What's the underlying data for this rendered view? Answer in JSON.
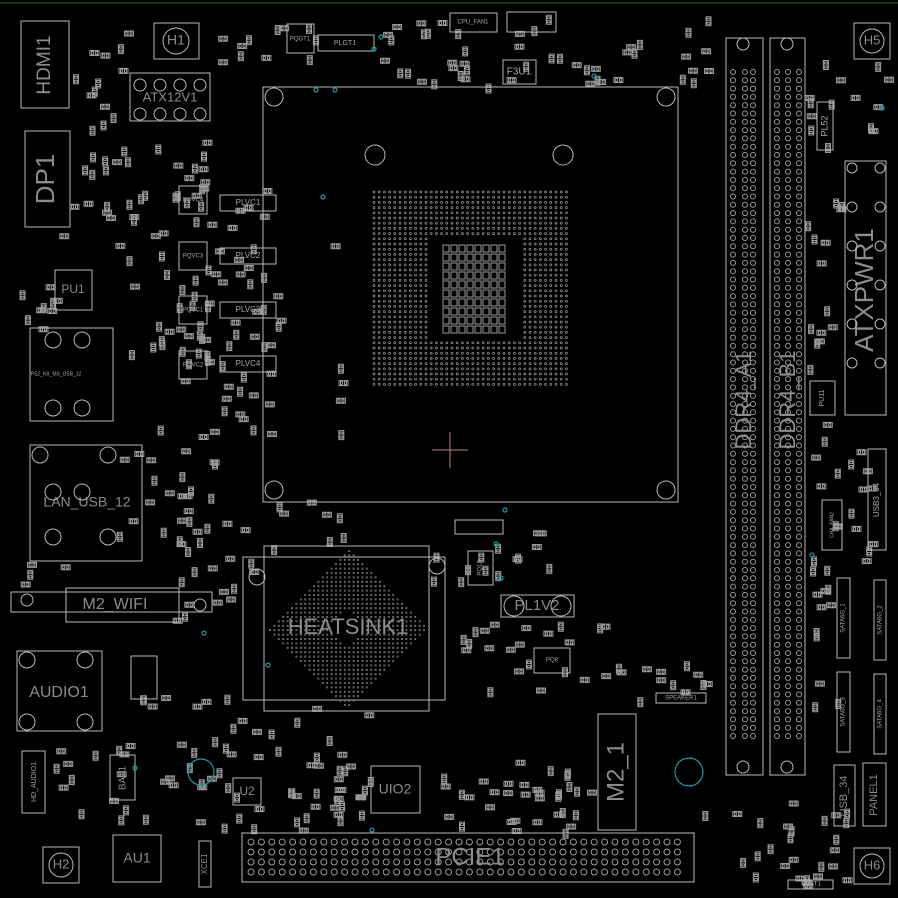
{
  "title": "Motherboard PCB component placement (top side)",
  "colors": {
    "background": "#000000",
    "outline": "#b8b8b8",
    "label": "#8c8c8c",
    "via": "#1a9a9a",
    "border": "#1f6e1f",
    "cursor": "#c08080"
  },
  "labels": {
    "hdmi": "HDMI1",
    "h1": "H1",
    "atx12v": "ATX12V1",
    "dp": "DP1",
    "pu1": "PU1",
    "ps2": "PS2_KB_MS_USB_12",
    "lan": "LAN_USB_12",
    "m2wifi": "M2_WIFI",
    "audio": "AUDIO1",
    "hdaudio": "HD_AUDIO1",
    "bat": "BAT1",
    "h2": "H2",
    "au1": "AU1",
    "xce": "XCE1",
    "u2": "U2",
    "uio2": "UIO2",
    "pcie": "PCIE1",
    "heatsink": "HEATSINK1",
    "cpufan": "CPU_FAN1",
    "f3u1": "F3U1",
    "h5": "H5",
    "ddr_a": "DDR4_A1",
    "ddr_b": "DDR4_B1",
    "atxpwr": "ATXPWR1",
    "pl52": "PL52",
    "pu11": "PU11",
    "chafan": "CHA_FAN2",
    "usb3": "USB3_34",
    "sata1": "SATA6G_1",
    "sata2": "SATA6G_2",
    "sata3": "SATA6G_3",
    "sata4": "SATA6G_4",
    "usb34": "USB_34",
    "panel": "PANEL1",
    "h6": "H6",
    "m21": "M2_1",
    "pl1v2": "PL1V2",
    "pq13": "PQ13",
    "pq8": "PQ8",
    "speaker": "SPEAKER1",
    "uart": "UART1",
    "pqvc1": "PQVC1",
    "pqvc2": "PQVC2",
    "pqvc3": "PQVC3",
    "pqvc4": "PQVC4",
    "plvc1": "PLVC1",
    "plvc2": "PLVC2",
    "plvc3": "PLVC3",
    "plvc4": "PLVC4",
    "pqgt": "PQGT1",
    "plgt": "PLGT1"
  }
}
